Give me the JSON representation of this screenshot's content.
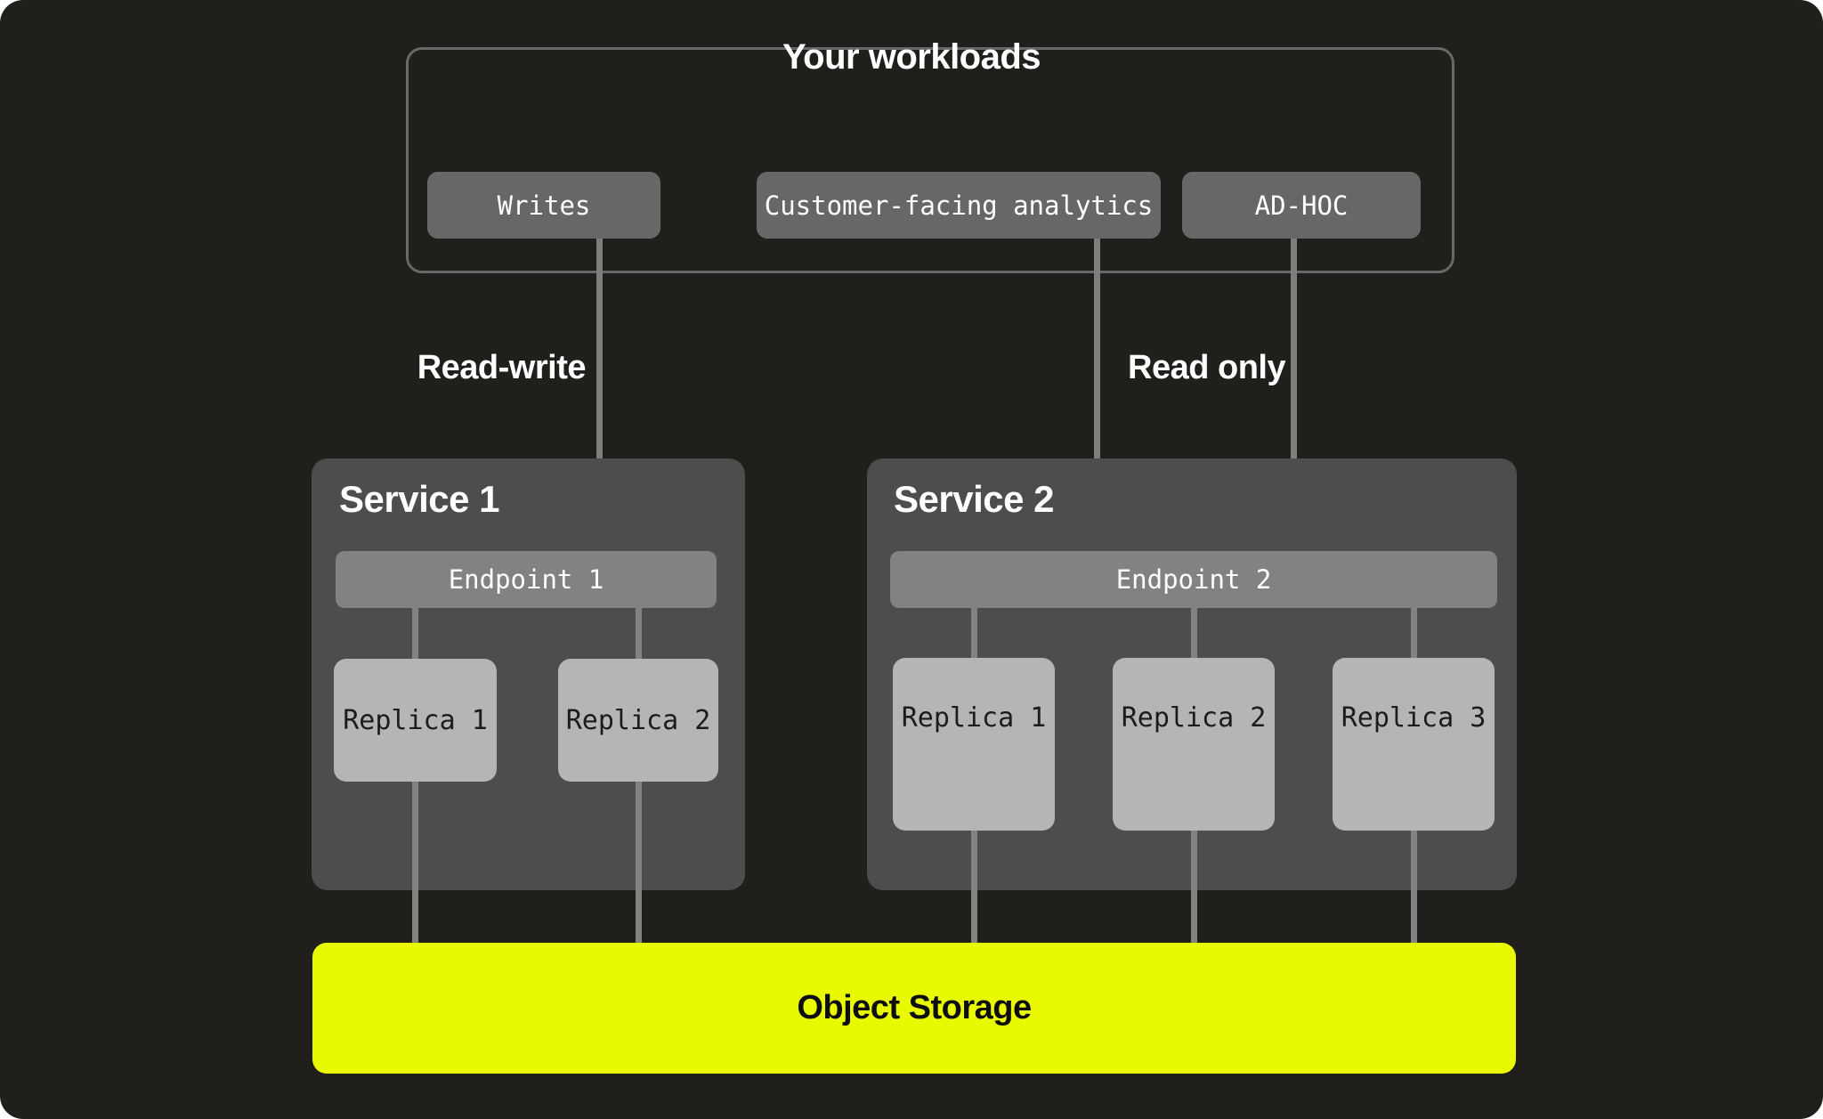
{
  "workloads": {
    "title": "Your workloads",
    "buttons": [
      {
        "label": "Writes"
      },
      {
        "label": "Customer-facing analytics"
      },
      {
        "label": "AD-HOC"
      }
    ]
  },
  "edge_labels": {
    "read_write": "Read-write",
    "read_only": "Read only"
  },
  "services": [
    {
      "title": "Service 1",
      "endpoint": "Endpoint 1",
      "replicas": [
        {
          "label": "Replica 1"
        },
        {
          "label": "Replica 2"
        }
      ]
    },
    {
      "title": "Service 2",
      "endpoint": "Endpoint 2",
      "replicas": [
        {
          "label": "Replica 1"
        },
        {
          "label": "Replica 2"
        },
        {
          "label": "Replica 3"
        }
      ]
    }
  ],
  "storage": {
    "label": "Object Storage"
  },
  "colors": {
    "background": "#201F1C",
    "outer_border": "#696969",
    "workload_button": "#676767",
    "service_panel": "#4D4D4D",
    "endpoint_bar": "#828282",
    "replica_box": "#B5B5B5",
    "connector": "#7E7E7E",
    "accent_yellow": "#E9F900",
    "text_light": "#FFFFFF",
    "text_dark": "#1C1C1C"
  }
}
